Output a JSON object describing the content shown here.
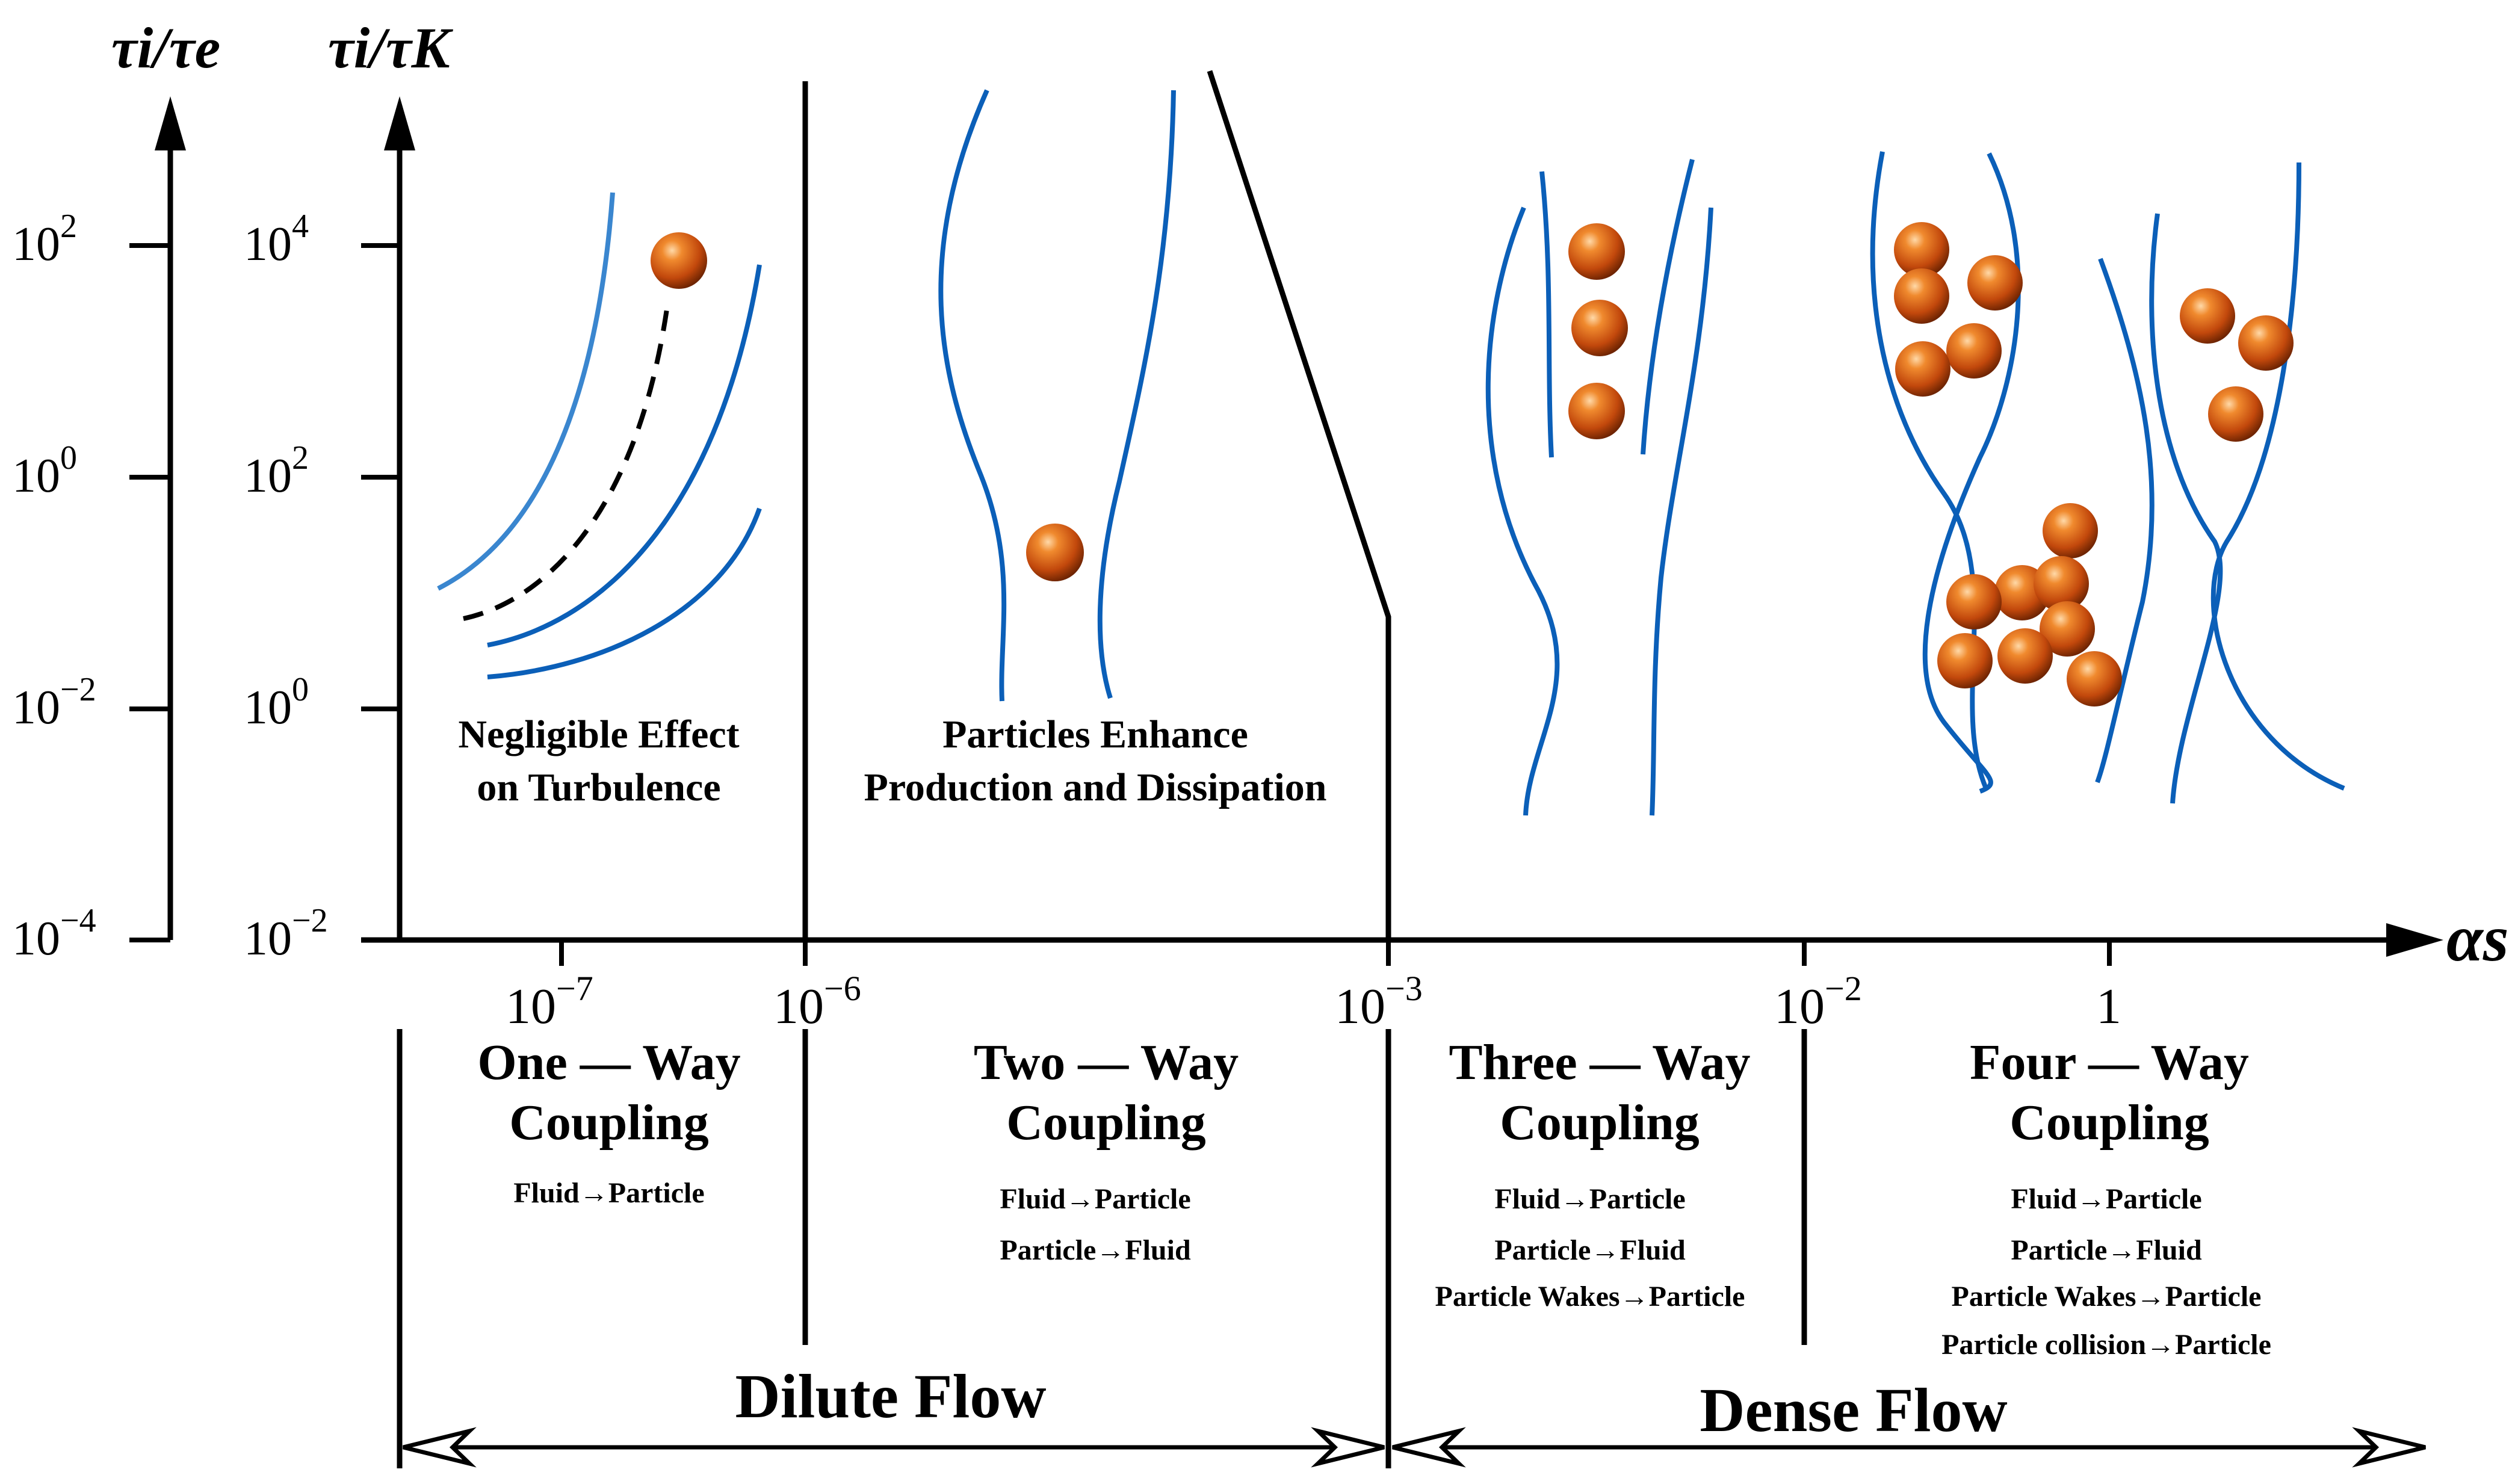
{
  "axes": {
    "y_left_title": "τi/τe",
    "y_inner_title": "τi/τK",
    "x_title": "αs",
    "y_left_ticks": [
      {
        "base": "10",
        "exp": "2"
      },
      {
        "base": "10",
        "exp": "0"
      },
      {
        "base": "10",
        "exp": "−2"
      },
      {
        "base": "10",
        "exp": "−4"
      }
    ],
    "y_inner_ticks": [
      {
        "base": "10",
        "exp": "4"
      },
      {
        "base": "10",
        "exp": "2"
      },
      {
        "base": "10",
        "exp": "0"
      },
      {
        "base": "10",
        "exp": "−2"
      }
    ],
    "x_ticks": [
      {
        "base": "10",
        "exp": "−7"
      },
      {
        "base": "10",
        "exp": "−6"
      },
      {
        "base": "10",
        "exp": "−3"
      },
      {
        "base": "10",
        "exp": "−2"
      },
      {
        "base": "1",
        "exp": ""
      }
    ]
  },
  "regions": {
    "one_way_effect": [
      "Negligible Effect",
      "on Turbulence"
    ],
    "two_way_effect": [
      "Particles Enhance",
      "Production and Dissipation"
    ]
  },
  "couplings": [
    {
      "title": [
        "One — Way",
        "Coupling"
      ],
      "lines": [
        "Fluid→Particle"
      ]
    },
    {
      "title": [
        "Two — Way",
        "Coupling"
      ],
      "lines": [
        "Fluid→Particle",
        "Particle→Fluid"
      ]
    },
    {
      "title": [
        "Three — Way",
        "Coupling"
      ],
      "lines": [
        "Fluid→Particle",
        "Particle→Fluid",
        "Particle Wakes→Particle"
      ]
    },
    {
      "title": [
        "Four — Way",
        "Coupling"
      ],
      "lines": [
        "Fluid→Particle",
        "Particle→Fluid",
        "Particle Wakes→Particle",
        "Particle collision→Particle"
      ]
    }
  ],
  "flows": {
    "dilute": "Dilute Flow",
    "dense": "Dense Flow"
  },
  "colors": {
    "streamline": "#0b5fb8",
    "streamline_light": "#3a86cf",
    "particle": "#e0641b",
    "ink": "#000000"
  }
}
